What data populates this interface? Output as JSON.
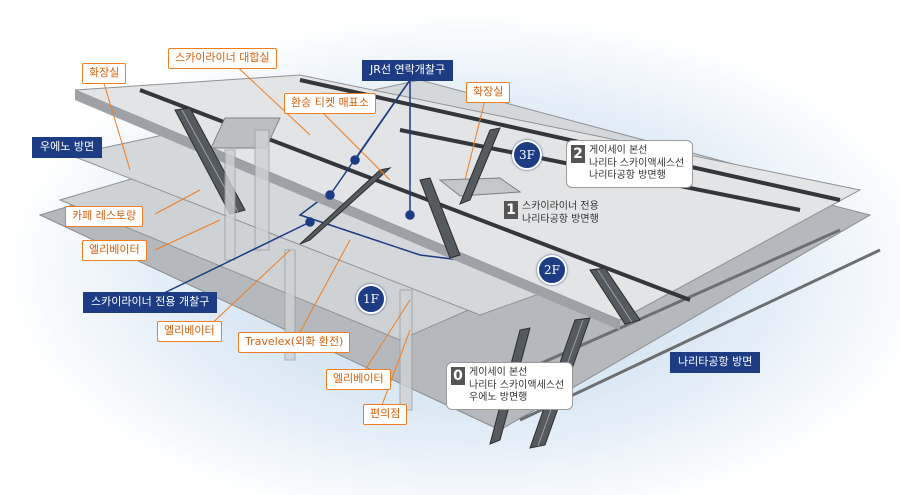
{
  "labels": {
    "restroom_left": "화장실",
    "skyliner_waiting": "스카이라이너 대합실",
    "jr_gate": "JR선 연락개찰구",
    "restroom_right": "화장실",
    "ticket_office": "환승 티켓 매표소",
    "ueno": "우에노 방면",
    "cafe": "카페 레스토랑",
    "elevator_1": "엘리베이터",
    "skyliner_gate": "스카이라이너 전용 개찰구",
    "elevator_2": "엘리베이터",
    "travelex": "Travelex(외화 환전)",
    "elevator_3": "엘리베이터",
    "convenience": "편의점",
    "narita": "나리타공항 방면"
  },
  "floors": {
    "f3": "3F",
    "f2": "2F",
    "f1": "1F"
  },
  "platforms": {
    "p2": {
      "num": "2",
      "lines": [
        "게이세이 본선",
        "나리타 스카이액세스선",
        "나리타공항 방면행"
      ]
    },
    "p1": {
      "num": "1",
      "lines": [
        "스카이라이너 전용",
        "나리타공항 방면행"
      ]
    },
    "p0": {
      "num": "0",
      "lines": [
        "게이세이 본선",
        "나리타 스카이액세스선",
        "우에노 방면행"
      ]
    }
  },
  "colors": {
    "navy": "#1d3c84",
    "orange": "#ef7d22"
  }
}
